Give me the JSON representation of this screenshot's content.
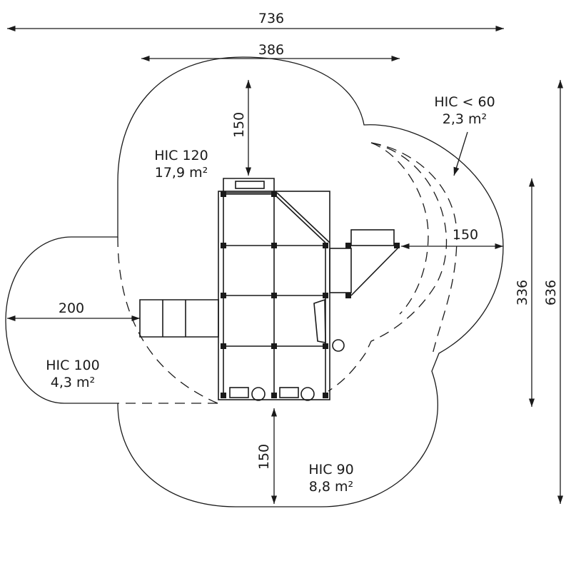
{
  "dimensions": {
    "total_width": "736",
    "structure_width": "386",
    "clearance_top": "150",
    "clearance_right": "150",
    "clearance_left": "200",
    "clearance_bottom": "150",
    "structure_depth": "336",
    "total_depth": "636"
  },
  "zones": [
    {
      "hic": "HIC 120",
      "area": "17,9 m²"
    },
    {
      "hic": "HIC < 60",
      "area": "2,3 m²"
    },
    {
      "hic": "HIC 100",
      "area": "4,3 m²"
    },
    {
      "hic": "HIC 90",
      "area": "8,8 m²"
    }
  ]
}
